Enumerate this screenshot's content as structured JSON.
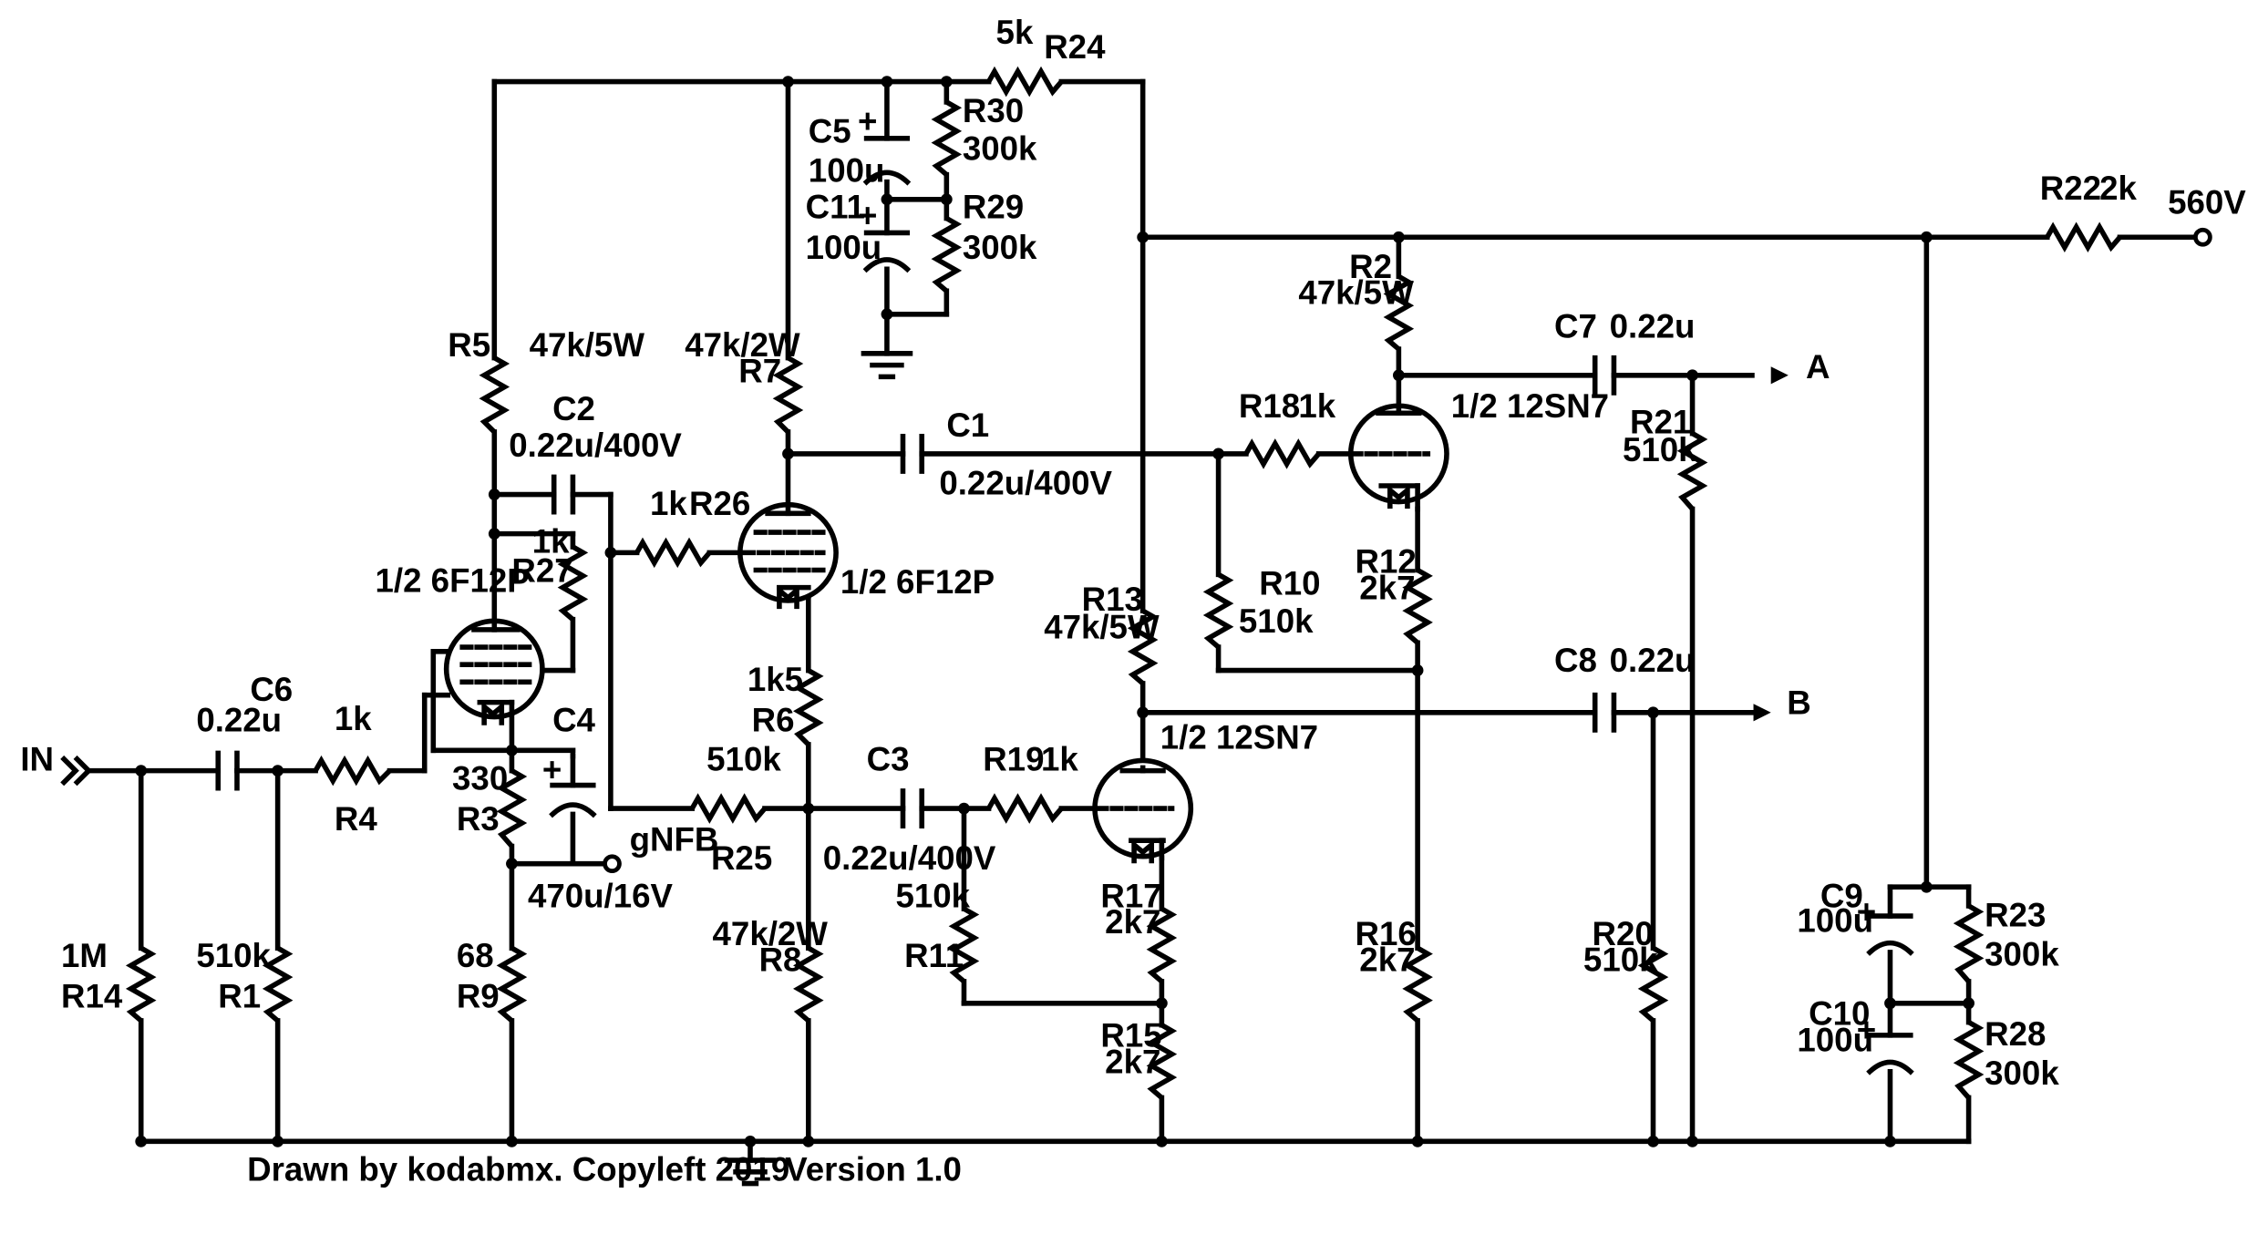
{
  "diagram": {
    "type": "tube amplifier schematic",
    "credit": "Drawn by kodabmx. Copyleft 2019",
    "version": "Version 1.0",
    "input_label": "IN",
    "supply_label": "560V",
    "out_a_label": "A",
    "out_b_label": "B",
    "gnfb_label": "gNFB",
    "resistors": {
      "R1": {
        "ref": "R1",
        "value": "510k"
      },
      "R2": {
        "ref": "R2",
        "value": "47k/5W"
      },
      "R3": {
        "ref": "R3",
        "value": "330"
      },
      "R4": {
        "ref": "R4",
        "value": "1k"
      },
      "R5": {
        "ref": "R5",
        "value": "47k/5W"
      },
      "R6": {
        "ref": "R6",
        "value": "1k5"
      },
      "R7": {
        "ref": "R7",
        "value": "47k/2W"
      },
      "R8": {
        "ref": "R8",
        "value": "47k/2W"
      },
      "R9": {
        "ref": "R9",
        "value": "68"
      },
      "R10": {
        "ref": "R10",
        "value": "510k"
      },
      "R11": {
        "ref": "R11",
        "value": "510k"
      },
      "R12": {
        "ref": "R12",
        "value": "2k7"
      },
      "R13": {
        "ref": "R13",
        "value": "47k/5W"
      },
      "R14": {
        "ref": "R14",
        "value": "1M"
      },
      "R15": {
        "ref": "R15",
        "value": "2k7"
      },
      "R16": {
        "ref": "R16",
        "value": "2k7"
      },
      "R17": {
        "ref": "R17",
        "value": "2k7"
      },
      "R18": {
        "ref": "R18",
        "value": "1k"
      },
      "R19": {
        "ref": "R19",
        "value": "1k"
      },
      "R20": {
        "ref": "R20",
        "value": "510k"
      },
      "R21": {
        "ref": "R21",
        "value": "510k"
      },
      "R22": {
        "ref": "R22",
        "value": "2k"
      },
      "R23": {
        "ref": "R23",
        "value": "300k"
      },
      "R24": {
        "ref": "R24",
        "value": "5k"
      },
      "R25": {
        "ref": "R25",
        "value": "510k"
      },
      "R26": {
        "ref": "R26",
        "value": "1k"
      },
      "R27": {
        "ref": "R27",
        "value": "1k"
      },
      "R28": {
        "ref": "R28",
        "value": "300k"
      },
      "R29": {
        "ref": "R29",
        "value": "300k"
      },
      "R30": {
        "ref": "R30",
        "value": "300k"
      }
    },
    "capacitors": {
      "C1": {
        "ref": "C1",
        "value": "0.22u/400V"
      },
      "C2": {
        "ref": "C2",
        "value": "0.22u/400V"
      },
      "C3": {
        "ref": "C3",
        "value": "0.22u/400V"
      },
      "C4": {
        "ref": "C4",
        "value": "470u/16V"
      },
      "C5": {
        "ref": "C5",
        "value": "100u"
      },
      "C6": {
        "ref": "C6",
        "value": "0.22u"
      },
      "C7": {
        "ref": "C7",
        "value": "0.22u"
      },
      "C8": {
        "ref": "C8",
        "value": "0.22u"
      },
      "C9": {
        "ref": "C9",
        "value": "100u"
      },
      "C10": {
        "ref": "C10",
        "value": "100u"
      },
      "C11": {
        "ref": "C11",
        "value": "100u"
      }
    },
    "tubes": {
      "V1": {
        "label": "1/2 6F12P"
      },
      "V2": {
        "label": "1/2 6F12P"
      },
      "V3": {
        "label": "1/2 12SN7"
      },
      "V4": {
        "label": "1/2 12SN7"
      }
    },
    "polarity_mark": "+"
  }
}
